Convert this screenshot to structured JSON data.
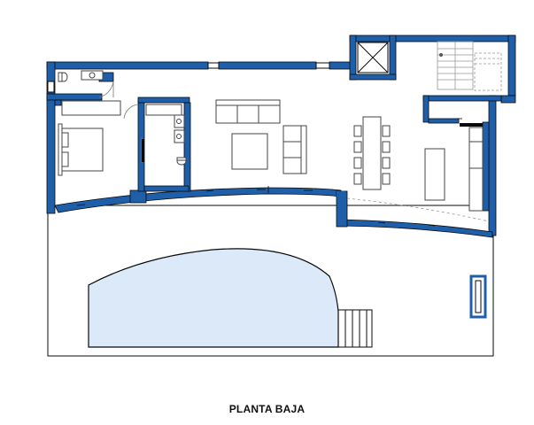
{
  "plan": {
    "caption": "PLANTA BAJA",
    "colors": {
      "wall": "#1f5ea8",
      "outline": "#0a0a0a",
      "pool": "#dbe9f9",
      "furniture_line": "#444444",
      "background": "#ffffff"
    },
    "rooms": [
      "bedroom",
      "bathroom",
      "toilet",
      "living-room",
      "dining-room",
      "kitchen",
      "staircase",
      "terrace",
      "pool"
    ],
    "furniture_icons": [
      "bed-icon",
      "sofa-icon",
      "armchair-icon",
      "coffee-table-icon",
      "dining-table-icon",
      "chair-icon",
      "kitchen-counter-icon",
      "stairs-icon",
      "skylight-icon",
      "toilet-icon",
      "sink-icon",
      "shower-icon",
      "door-swing-icon"
    ]
  }
}
